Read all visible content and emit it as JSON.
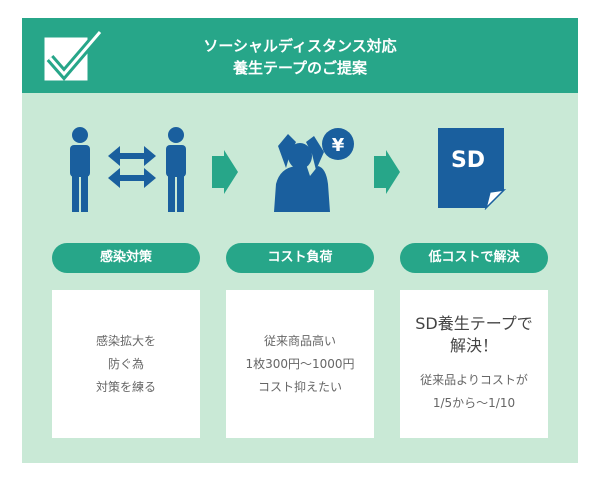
{
  "banner": {
    "title_line1": "ソーシャルディスタンス対応",
    "title_line2": "養生テープのご提案",
    "check_icon": "checkmark-box-icon"
  },
  "colors": {
    "accent": "#27a689",
    "panel": "#c9e9d6",
    "icon_blue": "#1a5f9e",
    "arrow_green": "#27a689"
  },
  "columns": [
    {
      "icon": "people-distance-icon",
      "label": "感染対策",
      "lines": [
        "感染拡大を",
        "防ぐ為",
        "対策を練る"
      ]
    },
    {
      "icon": "stressed-person-yen-icon",
      "yen_symbol": "¥",
      "label": "コスト負荷",
      "lines": [
        "従来商品高い",
        "1枚300円〜1000円",
        "コスト抑えたい"
      ]
    },
    {
      "icon": "sd-document-icon",
      "doc_text": "SD",
      "label": "低コストで解決",
      "lead_lines": [
        "SD養生テープで",
        "解決！"
      ],
      "lines": [
        "従来品よりコストが",
        "1/5から〜1/10"
      ]
    }
  ]
}
